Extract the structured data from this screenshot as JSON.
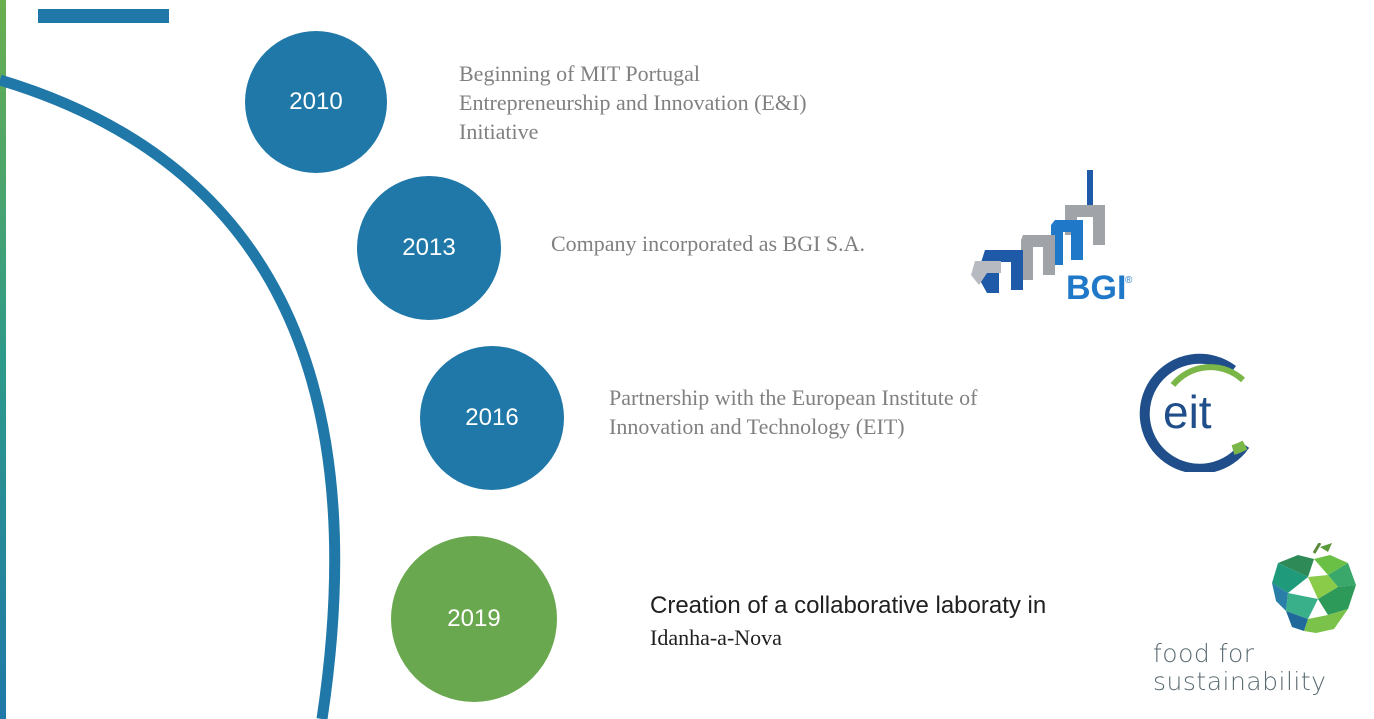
{
  "timeline": [
    {
      "year": "2010",
      "lines": [
        "Beginning of MIT Portugal",
        "Entrepreneurship and Innovation (E&I)",
        "Initiative"
      ]
    },
    {
      "year": "2013",
      "lines": [
        "Company incorporated as BGI S.A."
      ]
    },
    {
      "year": "2016",
      "lines": [
        "Partnership with the European Institute of",
        "Innovation and Technology (EIT)"
      ]
    },
    {
      "year": "2019",
      "lines": [
        "Creation of a collaborative laboraty in",
        "Idanha-a-Nova"
      ]
    }
  ],
  "logos": {
    "bgi": {
      "name": "bgi-logo",
      "wordmark": "BGI",
      "mark": "®"
    },
    "eit": {
      "name": "eit-logo",
      "wordmark": "eit"
    },
    "food": {
      "name": "food-for-sustainability-logo",
      "line1": "food for",
      "line2": "sustainability"
    }
  },
  "colors": {
    "accent_blue": "#1f78a8",
    "accent_green": "#6aa84f",
    "text_gray": "#808080"
  }
}
